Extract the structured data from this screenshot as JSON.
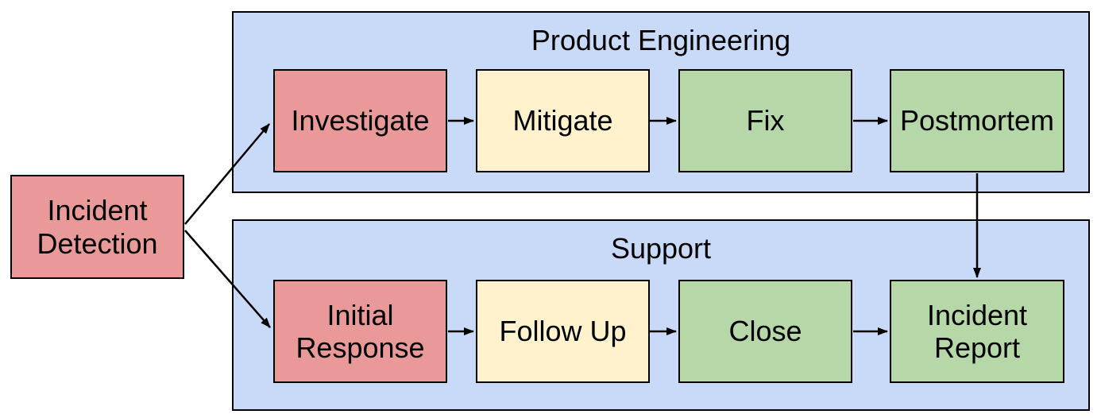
{
  "palette": {
    "background": "#FFFFFF",
    "lane_fill": "#C9DAF8",
    "red_fill": "#EA9999",
    "yellow_fill": "#FFF2CC",
    "green_fill": "#B6D7A8",
    "border": "#000000",
    "text": "#000000"
  },
  "start_node": {
    "label": "Incident Detection",
    "color_role": "red"
  },
  "lanes": [
    {
      "title": "Product Engineering",
      "steps": [
        {
          "label": "Investigate",
          "color_role": "red"
        },
        {
          "label": "Mitigate",
          "color_role": "yellow"
        },
        {
          "label": "Fix",
          "color_role": "green"
        },
        {
          "label": "Postmortem",
          "color_role": "green"
        }
      ]
    },
    {
      "title": "Support",
      "steps": [
        {
          "label": "Initial Response",
          "color_role": "red"
        },
        {
          "label": "Follow Up",
          "color_role": "yellow"
        },
        {
          "label": "Close",
          "color_role": "green"
        },
        {
          "label": "Incident Report",
          "color_role": "green"
        }
      ]
    }
  ],
  "edges": [
    {
      "from": "Incident Detection",
      "to": "Investigate"
    },
    {
      "from": "Incident Detection",
      "to": "Initial Response"
    },
    {
      "from": "Investigate",
      "to": "Mitigate"
    },
    {
      "from": "Mitigate",
      "to": "Fix"
    },
    {
      "from": "Fix",
      "to": "Postmortem"
    },
    {
      "from": "Initial Response",
      "to": "Follow Up"
    },
    {
      "from": "Follow Up",
      "to": "Close"
    },
    {
      "from": "Close",
      "to": "Incident Report"
    },
    {
      "from": "Postmortem",
      "to": "Incident Report"
    }
  ]
}
